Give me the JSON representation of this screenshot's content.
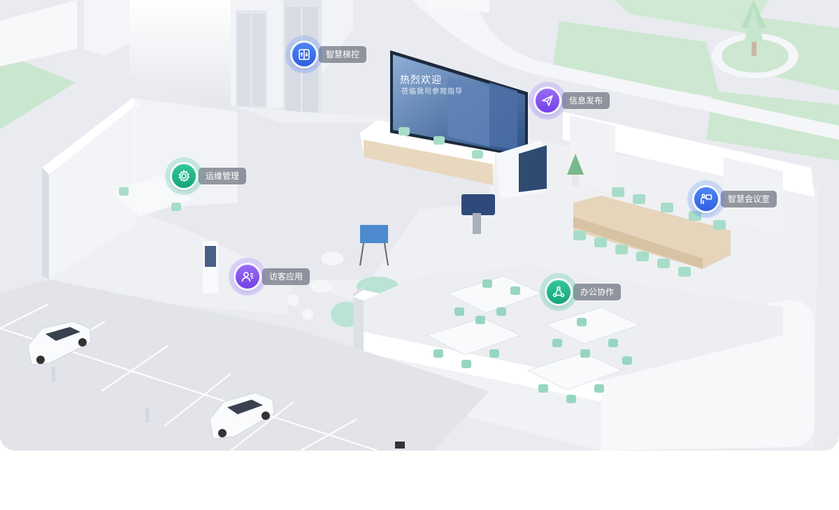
{
  "screen": {
    "headline": "热烈欢迎",
    "subline": "莅临我司参观指导"
  },
  "hotspots": [
    {
      "label": "智慧梯控",
      "icon": "elevator-icon",
      "color": "#3b6fed"
    },
    {
      "label": "信息发布",
      "icon": "send-icon",
      "color": "#7f4fee"
    },
    {
      "label": "运维管理",
      "icon": "gear-icon",
      "color": "#1fb386"
    },
    {
      "label": "智慧会议室",
      "icon": "presentation-icon",
      "color": "#3b6fed"
    },
    {
      "label": "访客应用",
      "icon": "visitor-icon",
      "color": "#7f4fee"
    },
    {
      "label": "办公协作",
      "icon": "collaboration-icon",
      "color": "#1fb386"
    }
  ]
}
